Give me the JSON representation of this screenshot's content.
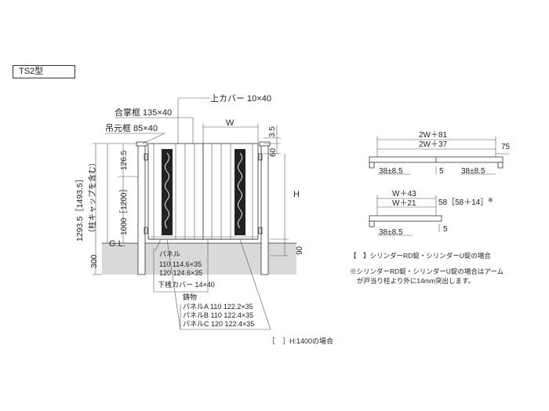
{
  "model_tag": "TS2型",
  "left_diagram": {
    "label_top_cover": "上カバー 10×40",
    "label_gassho": "合掌框 135×40",
    "label_tsurimoto": "吊元框 85×40",
    "dim_w": "W",
    "dim_35": "3.5",
    "dim_60": "60",
    "dim_h": "H",
    "dim_90": "90",
    "dim_1265": "126.5",
    "dim_1000": "1000［1200］",
    "dim_total": "1293.5［1493.5］",
    "dim_total_note": "（柱キャップを含む）",
    "dim_300": "300",
    "gl": "G.L.",
    "panel_title": "パネル",
    "panel_110": "110 114.6×35",
    "panel_120": "120 124.6×35",
    "bottom_cover": "下桟カバー 14×40",
    "casting_title": "鋳物",
    "casting_a": "パネルA 110 122.2×35",
    "casting_b": "パネルB 110 122.4×35",
    "casting_c": "パネルC 120 122.4×35",
    "h1400_note": "［　］H:1400の場合"
  },
  "right_top": {
    "dim_2w81": "2W＋81",
    "dim_2w37": "2W＋37",
    "dim_75": "75",
    "dim_385_left": "38±8.5",
    "dim_5": "5",
    "dim_385_right": "38±8.5"
  },
  "right_bottom": {
    "dim_w43": "W＋43",
    "dim_w21": "W＋21",
    "dim_58": "58［58＋14］",
    "dim_385": "38±8.5",
    "dim_5": "5"
  },
  "notes": {
    "bracket_note": "【　】シリンダーRD錠・シリンダーU錠の場合",
    "asterisk_note_1": "※シリンダーRD錠・シリンダーU錠の場合はアーム",
    "asterisk_note_2": "が戸当り柱より外に14mm突出します。",
    "asterisk_mark": "※"
  }
}
